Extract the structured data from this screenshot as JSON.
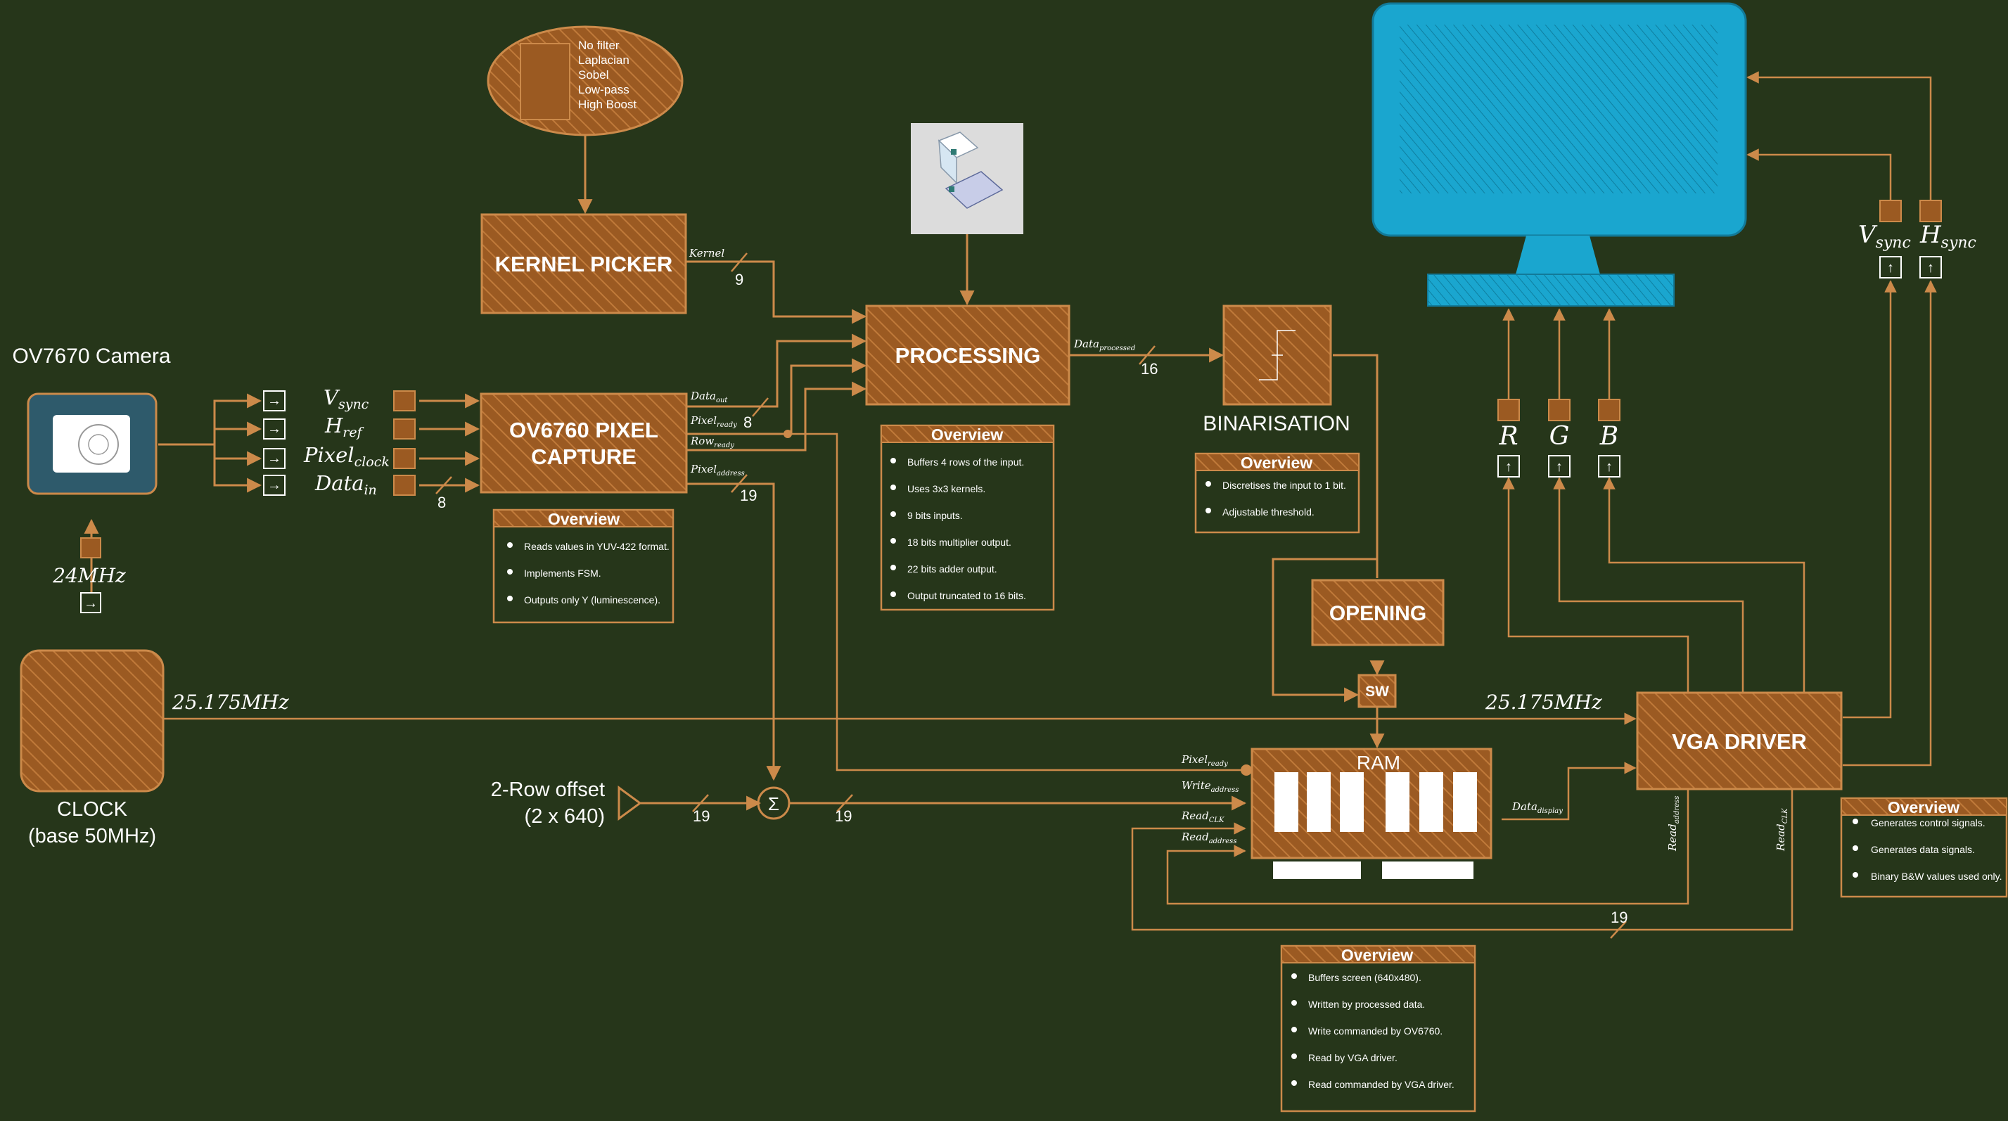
{
  "kernel_options": [
    "No filter",
    "Laplacian",
    "Sobel",
    "Low-pass",
    "High Boost"
  ],
  "blocks": {
    "kernel_picker": "KERNEL PICKER",
    "processing": "PROCESSING",
    "pixel_capture_line1": "OV6760 PIXEL",
    "pixel_capture_line2": "CAPTURE",
    "binarisation": "BINARISATION",
    "opening": "OPENING",
    "sw": "SW",
    "ram": "RAM",
    "vga_driver": "VGA DRIVER",
    "camera": "OV7670 Camera",
    "clock_line1": "CLOCK",
    "clock_line2": "(base 50MHz)",
    "row_offset_line1": "2-Row offset",
    "row_offset_line2": "(2 x 640)",
    "sum_symbol": "Σ"
  },
  "frequencies": {
    "camera_clock": "24MHz",
    "pixel_clock_left": "25.175MHz",
    "pixel_clock_right": "25.175MHz"
  },
  "camera_signals": {
    "vsync": "V",
    "vsync_sub": "sync",
    "href": "H",
    "href_sub": "ref",
    "pixel": "Pixel",
    "pixel_sub": "clock",
    "data": "Data",
    "data_sub": "in",
    "arrow": "→"
  },
  "vga_signals": {
    "vsync": "V",
    "vsync_sub": "sync",
    "hsync": "H",
    "hsync_sub": "sync",
    "r": "R",
    "g": "G",
    "b": "B",
    "arrow": "↑"
  },
  "wire_labels": {
    "kernel": "Kernel",
    "kernel_width": "9",
    "data_out": "Data",
    "data_out_sub": "out",
    "data_out_width": "8",
    "pixel_ready": "Pixel",
    "pixel_ready_sub": "ready",
    "row_ready": "Row",
    "row_ready_sub": "ready",
    "pixel_address": "Pixel",
    "pixel_address_sub": "address",
    "pixel_address_width": "19",
    "data_in_width": "8",
    "data_processed": "Data",
    "data_processed_sub": "processed",
    "data_processed_width": "16",
    "offset_width": "19",
    "sum_width": "19",
    "ram_pixel_ready": "Pixel",
    "ram_pixel_ready_sub": "ready",
    "ram_write": "Write",
    "ram_write_sub": "address",
    "ram_read_clk": "Read",
    "ram_read_clk_sub": "CLK",
    "ram_read_addr": "Read",
    "ram_read_addr_sub": "address",
    "data_display": "Data",
    "data_display_sub": "display",
    "vga_read_addr": "Read",
    "vga_read_addr_sub": "address",
    "vga_read_clk": "Read",
    "vga_read_clk_sub": "CLK",
    "read_addr_width": "19"
  },
  "overviews": {
    "heading": "Overview",
    "pixel_capture": [
      "Reads values in YUV-422 format.",
      "Implements FSM.",
      "Outputs only Y (luminescence)."
    ],
    "processing": [
      "Buffers 4 rows of the input.",
      "Uses 3x3 kernels.",
      "9 bits inputs.",
      "18 bits multiplier output.",
      "22 bits adder output.",
      "Output truncated to 16 bits."
    ],
    "binarisation": [
      "Discretises the input to 1 bit.",
      "Adjustable threshold."
    ],
    "ram": [
      "Buffers screen (640x480).",
      "Written by processed data.",
      "Write commanded by OV6760.",
      "Read by VGA driver.",
      "Read commanded by VGA driver."
    ],
    "vga_driver": [
      "Generates control signals.",
      "Generates data signals.",
      "Binary B&W values used only."
    ]
  },
  "colors": {
    "background": "#26361a",
    "wire": "#cc8a4a",
    "block_fill": "#9b5a22",
    "monitor": "#1aa6cf",
    "chip": "#2e5a6b"
  }
}
